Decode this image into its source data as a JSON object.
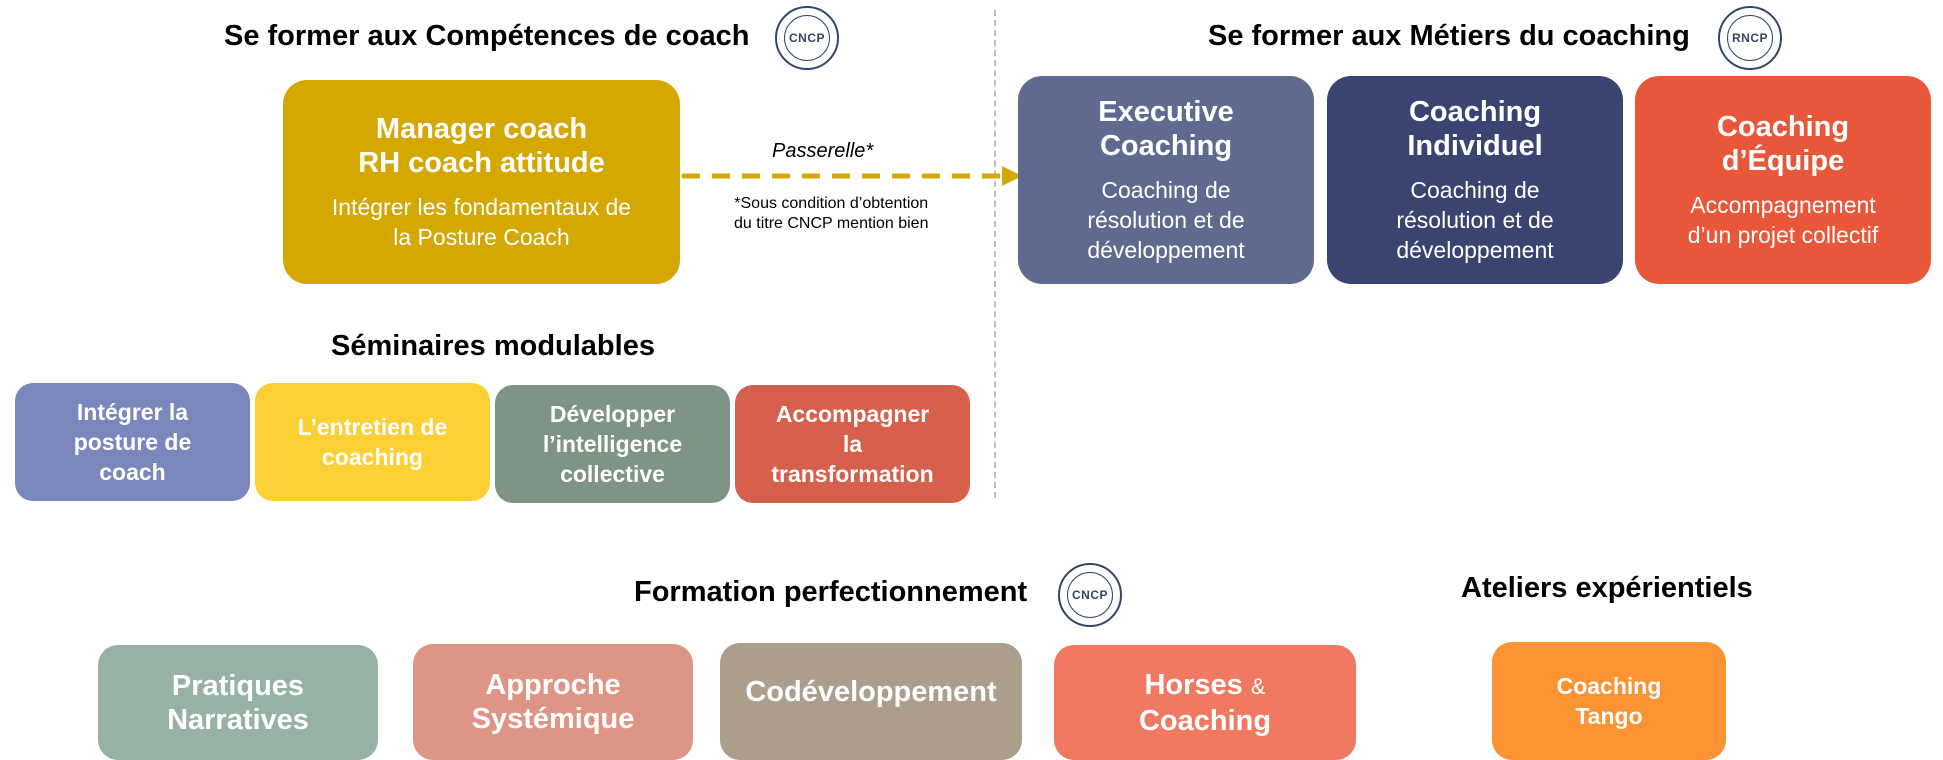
{
  "colors": {
    "manager": "#d4a800",
    "executive": "#5f6b8e",
    "individuel": "#394471",
    "equipe": "#e8573a",
    "arrow": "#d4a800",
    "sem1": "#7a87bd",
    "sem2": "#fbd035",
    "sem3": "#7e9584",
    "sem4": "#d6604b",
    "perf1": "#97b1a5",
    "perf2": "#df9585",
    "perf3": "#ab9e8d",
    "perf4": "#ef7a61",
    "tango": "#fc9333"
  },
  "headings": {
    "competences": "Se former aux Compétences de coach",
    "metiers": "Se former aux Métiers du coaching",
    "seminaires": "Séminaires modulables",
    "perfectionnement": "Formation  perfectionnement",
    "ateliers": "Ateliers expérientiels"
  },
  "seals": {
    "cncp_top": "CNCP",
    "rncp": "RNCP",
    "cncp_bottom": "CNCP"
  },
  "manager": {
    "title_1": "Manager coach",
    "title_2": "RH coach attitude",
    "sub_1": "Intégrer les fondamentaux de",
    "sub_2": "la Posture Coach"
  },
  "passerelle": {
    "label": "Passerelle*",
    "note_1": "*Sous condition d’obtention",
    "note_2": "du titre CNCP mention bien"
  },
  "metiers": [
    {
      "title_1": "Executive",
      "title_2": "Coaching",
      "sub_1": "Coaching de",
      "sub_2": "résolution et de",
      "sub_3": "développement"
    },
    {
      "title_1": "Coaching",
      "title_2": "Individuel",
      "sub_1": "Coaching de",
      "sub_2": "résolution et de",
      "sub_3": "développement"
    },
    {
      "title_1": "Coaching",
      "title_2": "d’Équipe",
      "sub_1": "Accompagnement",
      "sub_2": "d’un projet collectif"
    }
  ],
  "seminaires": [
    {
      "l1": "Intégrer la",
      "l2": "posture de",
      "l3": "coach"
    },
    {
      "l1": "L’entretien de",
      "l2": "coaching"
    },
    {
      "l1": "Développer",
      "l2": "l’intelligence",
      "l3": "collective"
    },
    {
      "l1": "Accompagner",
      "l2": "la",
      "l3": "transformation"
    }
  ],
  "perfectionnement": [
    {
      "l1": "Pratiques",
      "l2": "Narratives"
    },
    {
      "l1": "Approche",
      "l2": "Systémique"
    },
    {
      "l1": "Codéveloppement"
    },
    {
      "l1": "Horses",
      "amp": "&",
      "l2": "Coaching"
    }
  ],
  "ateliers": [
    {
      "l1": "Coaching",
      "l2": "Tango"
    }
  ]
}
